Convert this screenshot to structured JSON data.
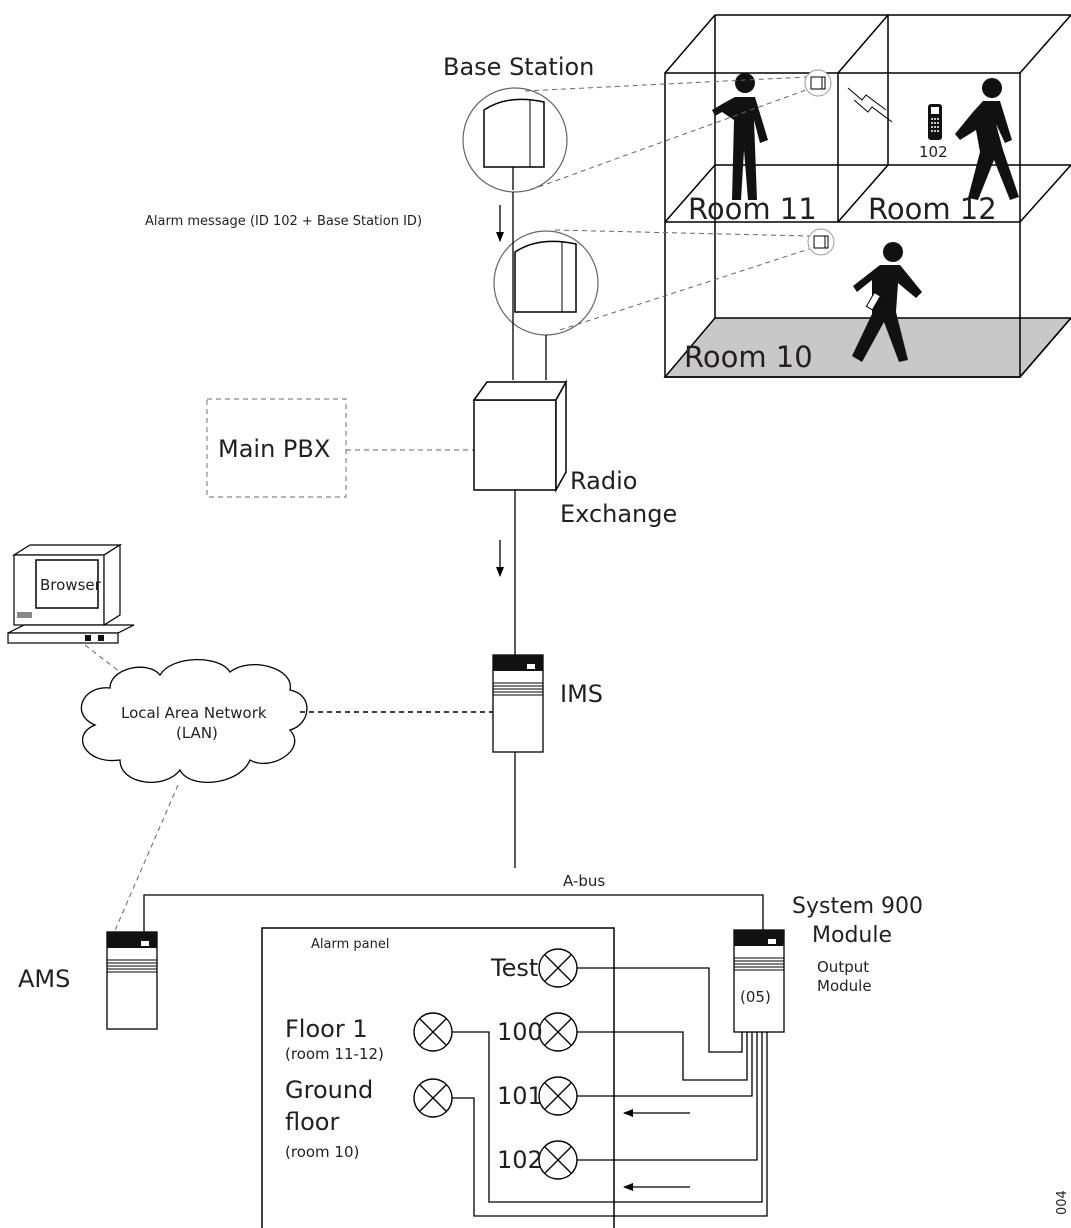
{
  "labels": {
    "base_station": "Base Station",
    "alarm_message": "Alarm message (ID 102 + Base Station ID)",
    "main_pbx": "Main PBX",
    "radio": "Radio",
    "exchange": "Exchange",
    "browser": "Browser",
    "lan_line1": "Local Area Network",
    "lan_line2": "(LAN)",
    "ims": "IMS",
    "a_bus": "A-bus",
    "system900_line1": "System 900",
    "system900_line2": "Module",
    "output_line1": "Output",
    "output_line2": "Module",
    "module_id": "(05)",
    "ams": "AMS",
    "alarm_panel": "Alarm panel",
    "test": "Test",
    "lamp_100": "100",
    "lamp_101": "101",
    "lamp_102": "102",
    "floor1": "Floor 1",
    "floor1_sub": "(room 11-12)",
    "ground_line1": "Ground",
    "ground_line2": "floor",
    "ground_sub": "(room 10)",
    "room11": "Room 11",
    "room12": "Room 12",
    "room10": "Room 10",
    "handset_id": "102",
    "figure_code": "004"
  },
  "colors": {
    "line": "#000000",
    "dashed": "#666666",
    "floor_fill": "#c8c8c8",
    "device_fill": "#ffffff"
  },
  "icons": [
    "base-station-icon",
    "radio-exchange-icon",
    "ims-module-icon",
    "ams-module-icon",
    "system900-module-icon",
    "computer-icon",
    "cloud-icon",
    "person-icon",
    "handset-icon",
    "lamp-icon",
    "arrow-icon"
  ]
}
